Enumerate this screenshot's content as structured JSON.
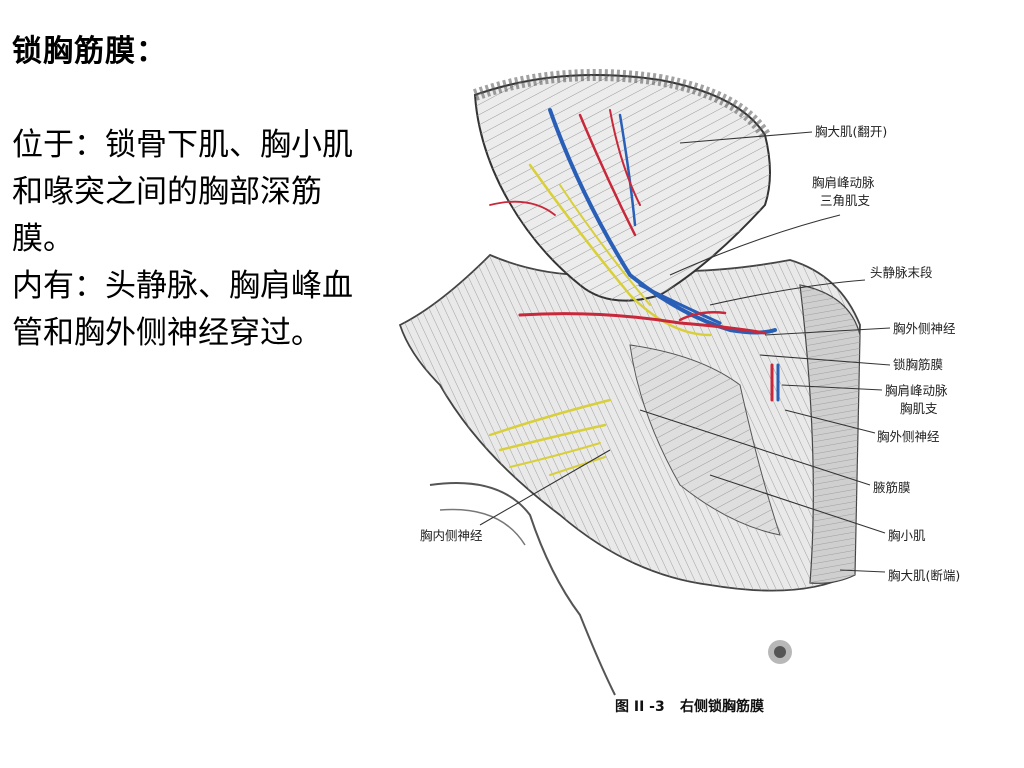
{
  "slide": {
    "title": "锁胸筋膜：",
    "paragraphs": [
      " 位于：锁骨下肌、胸小肌和喙突之间的胸部深筋膜。",
      " 内有：头静脉、胸肩峰血管和胸外侧神经穿过。"
    ]
  },
  "figure": {
    "caption_number": "图 II -3",
    "caption_title": "右侧锁胸筋膜",
    "labels": {
      "pectoralis_major_reflected": "胸大肌(翻开)",
      "thoracoacromial_deltoid_1": "胸肩峰动脉",
      "thoracoacromial_deltoid_2": "三角肌支",
      "cephalic_vein_terminal": "头静脉末段",
      "lateral_pectoral_nerve_1": "胸外侧神经",
      "clavipectoral_fascia": "锁胸筋膜",
      "thoracoacromial_pectoral_1": "胸肩峰动脉",
      "thoracoacromial_pectoral_2": "胸肌支",
      "lateral_pectoral_nerve_2": "胸外侧神经",
      "axillary_fascia": "腋筋膜",
      "pectoralis_minor": "胸小肌",
      "pectoralis_major_cut": "胸大肌(断端)",
      "medial_pectoral_nerve": "胸内侧神经"
    },
    "colors": {
      "artery": "#c8283a",
      "vein": "#2a5fb8",
      "nerve": "#d8cf3a",
      "line": "#333333"
    }
  }
}
